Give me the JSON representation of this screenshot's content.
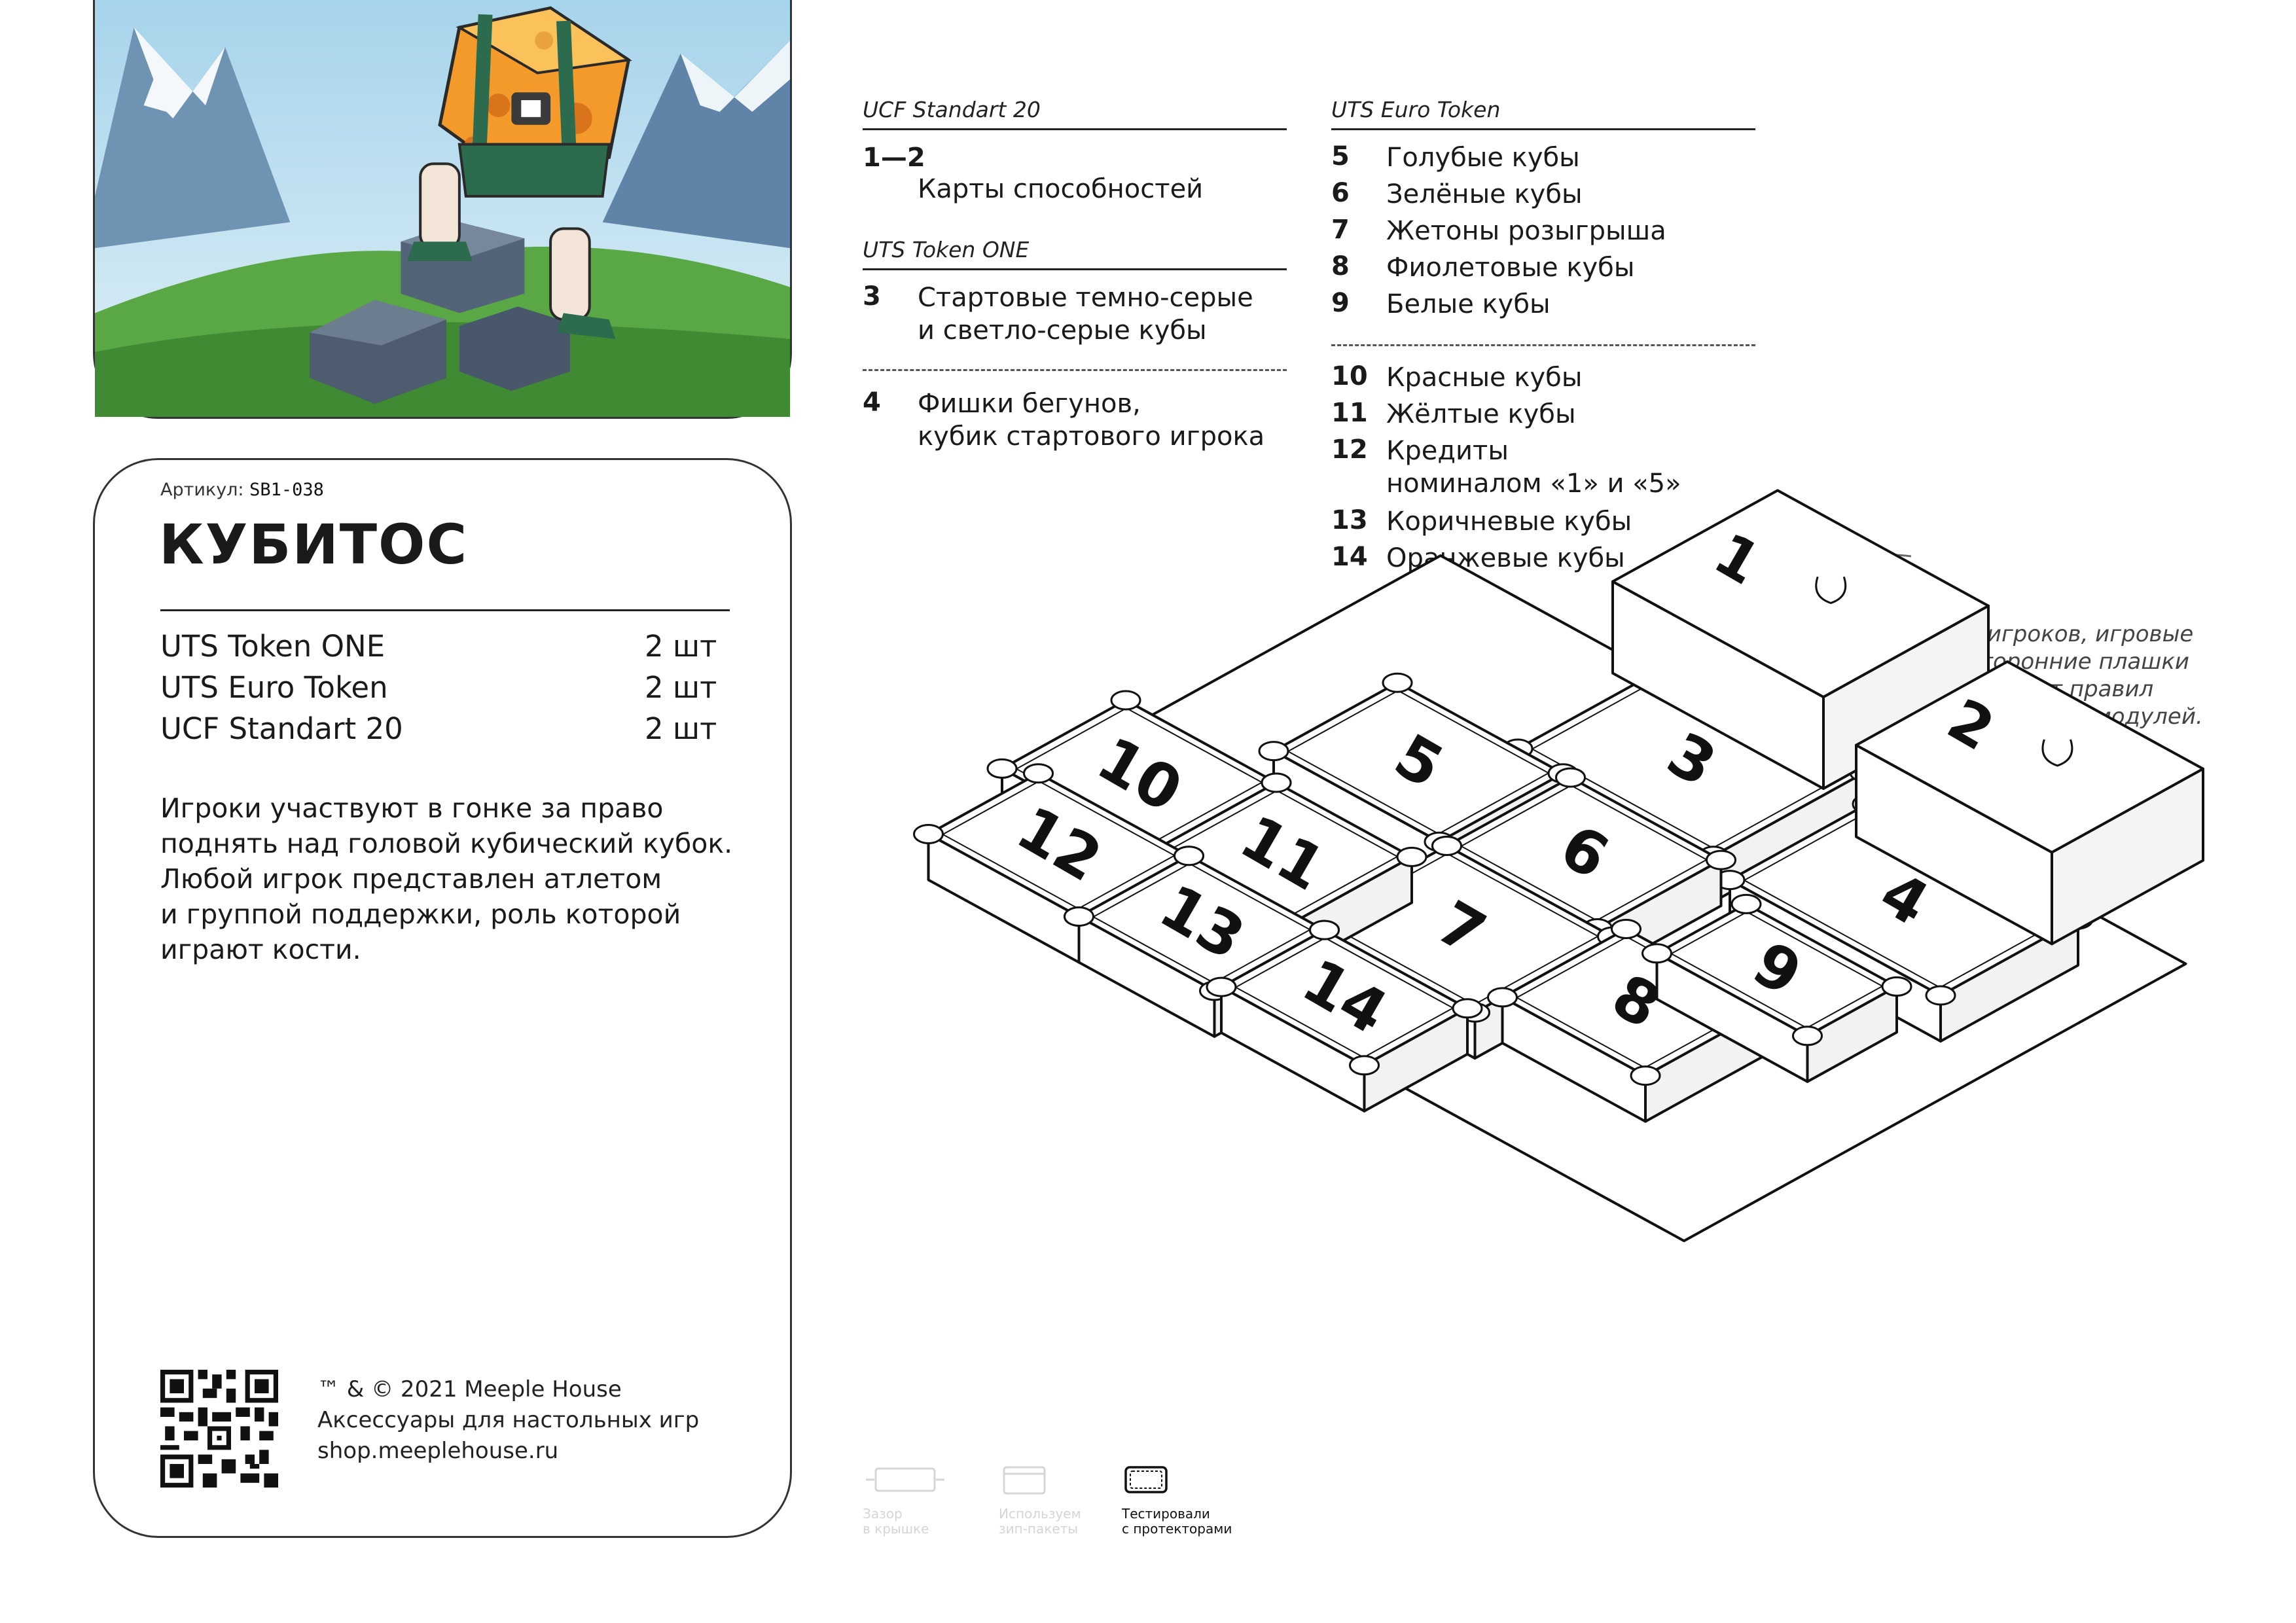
{
  "product": {
    "sku_label": "Артикул:",
    "sku_code": "SB1-038",
    "title": "КУБИТОС"
  },
  "components": [
    {
      "name": "UTS Token ONE",
      "qty": "2 шт"
    },
    {
      "name": "UTS Euro Token",
      "qty": "2 шт"
    },
    {
      "name": "UCF Standart 20",
      "qty": "2 шт"
    }
  ],
  "description": "Игроки участвуют в гонке за право\nподнять над головой кубический кубок.\nЛюбой игрок представлен атлетом\nи группой поддержки, роль которой\nиграют кости.",
  "footer": {
    "copyright": "™ & © 2021 Meeple House",
    "tagline": "Аксессуары для настольных игр",
    "site": "shop.meeplehouse.ru"
  },
  "legend": {
    "ucf": {
      "heading": "UCF Standart 20",
      "items": [
        {
          "num": "1—2",
          "text": "Карты способностей"
        }
      ]
    },
    "uts_one": {
      "heading": "UTS Token ONE",
      "items": [
        {
          "num": "3",
          "text": "Стартовые темно-серые\nи светло-серые кубы"
        },
        {
          "num": "4",
          "text": "Фишки бегунов,\nкубик стартового игрока"
        }
      ]
    },
    "uts_euro": {
      "heading": "UTS Euro Token",
      "items": [
        {
          "num": "5",
          "text": "Голубые кубы"
        },
        {
          "num": "6",
          "text": "Зелёные кубы"
        },
        {
          "num": "7",
          "text": "Жетоны розыгрыша"
        },
        {
          "num": "8",
          "text": "Фиолетовые кубы"
        },
        {
          "num": "9",
          "text": "Белые кубы"
        },
        {
          "num": "10",
          "text": "Красные кубы"
        },
        {
          "num": "11",
          "text": "Жёлтые кубы"
        },
        {
          "num": "12",
          "text": "Кредиты\nноминалом «1» и «5»"
        },
        {
          "num": "13",
          "text": "Коричневые кубы"
        },
        {
          "num": "14",
          "text": "Оранжевые кубы"
        }
      ]
    }
  },
  "note": "Планшеты игроков, игровые\nполя, двусторонние плашки\nдействий, буклет правил\nукладываем сверху модулей.",
  "diagram": {
    "tray_labels": [
      "1",
      "2",
      "3",
      "4",
      "5",
      "6",
      "7",
      "8",
      "9",
      "10",
      "11",
      "12",
      "13",
      "14"
    ]
  },
  "badges": [
    {
      "caption": "Зазор\nв крышке",
      "icon": "lid-gap-icon",
      "active": false
    },
    {
      "caption": "Используем\nзип-пакеты",
      "icon": "zip-bag-icon",
      "active": false
    },
    {
      "caption": "Тестировали\nс протекторами",
      "icon": "card-sleeve-icon",
      "active": true
    }
  ],
  "colors": {
    "ink": "#1a1a1a",
    "sky": "#7fb6d8",
    "grass": "#4f9a3a",
    "cheese": "#f39a2a",
    "stone": "#4d5c6e"
  }
}
